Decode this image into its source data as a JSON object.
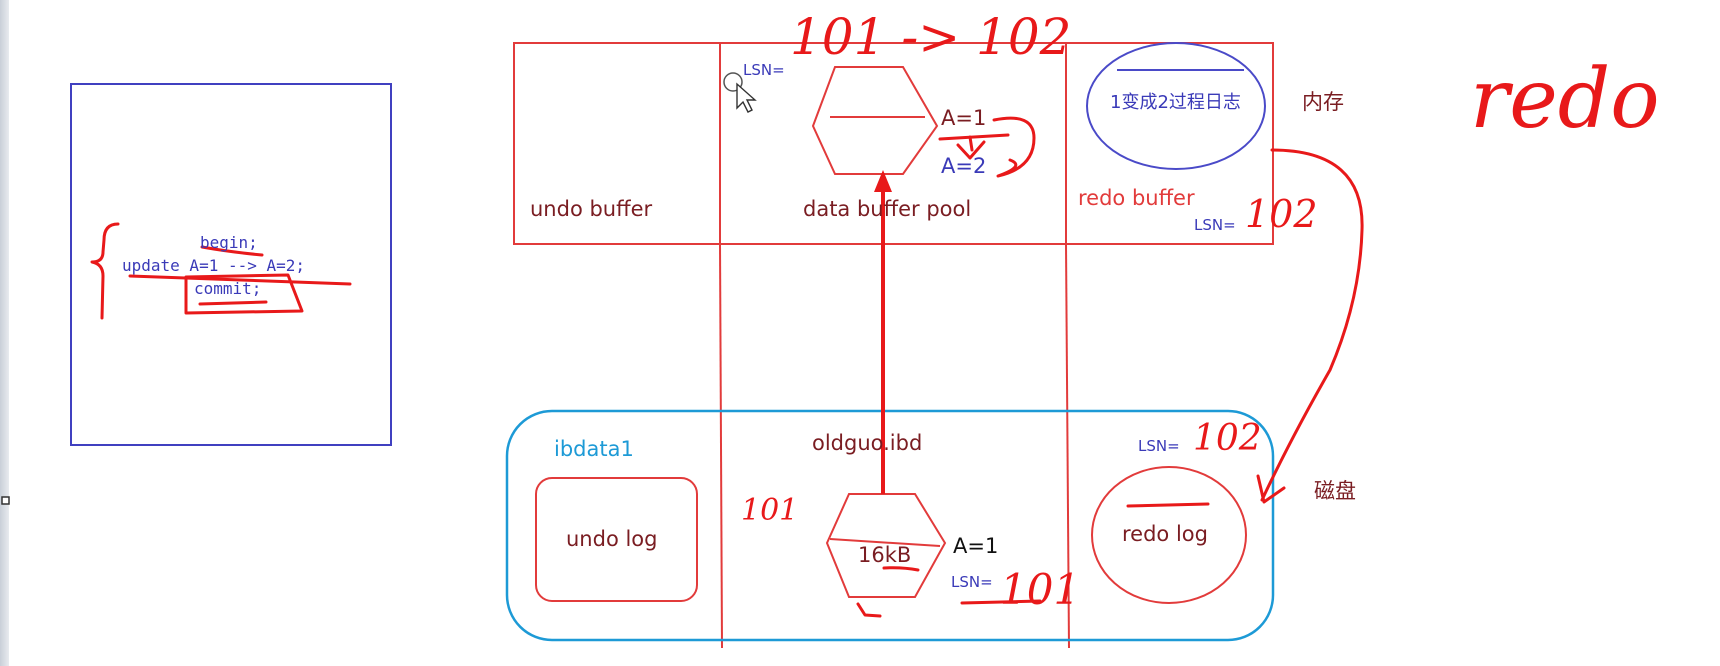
{
  "sql": {
    "begin": "begin;",
    "update": "update  A=1  --> A=2;",
    "commit": "commit;"
  },
  "memory": {
    "undo_buffer": "undo buffer",
    "data_buffer_pool": "data buffer pool",
    "redo_buffer": "redo buffer",
    "label": "内存",
    "redo_buffer_content": "1变成2过程日志",
    "lsn_label_pool": "LSN=",
    "lsn_label_redo": "LSN=",
    "a_old": "A=1",
    "a_new": "A=2"
  },
  "disk": {
    "ibdata1": "ibdata1",
    "undo_log": "undo log",
    "oldguo_ibd": "oldguo.ibd",
    "page_size": "16kB",
    "a_value": "A=1",
    "lsn_label_ibd": "LSN=",
    "lsn_label_redo": "LSN=",
    "redo_log": "redo log",
    "label": "磁盘"
  },
  "annotations": {
    "lsn_pool": "101 -> 102",
    "lsn_redo_buffer": "102",
    "lsn_redo_log": "102",
    "lsn_ibd": "101",
    "title": "redo",
    "side_mark": "101"
  },
  "colors": {
    "sql_box": "#4040c0",
    "memory_box": "#e23b3b",
    "disk_box": "#1d9ad6",
    "sql_text": "#3a3ab8",
    "label_text": "#7a1d22",
    "hand_ink": "#e8191a"
  }
}
